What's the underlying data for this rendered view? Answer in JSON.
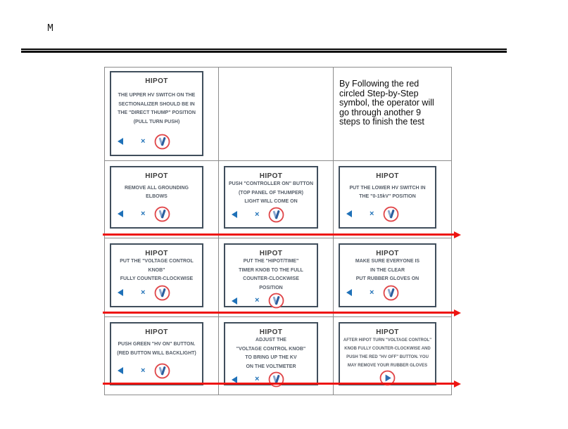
{
  "page": {
    "corner_label": "M"
  },
  "annotation": {
    "text": "By Following the red\ncircled Step-by-Step\nsymbol, the operator will\ngo through another 9\nsteps to finish the test"
  },
  "icons": {
    "close_glyph": "×",
    "back_icon": "left-triangle",
    "step_icon": "red-circled step-by-step symbol",
    "play_icon": "red-circled play triangle"
  },
  "colors": {
    "arrow_red": "#ee1411",
    "circle_red": "#e0474a",
    "icon_blue": "#2273b8",
    "glyph_blue_light": "#8aa8cf",
    "glyph_blue_dark": "#2d5f9e",
    "card_border": "#404e5c",
    "grid_line": "#8c8c8c"
  },
  "cards": [
    {
      "title": "HIPOT",
      "lines": [
        "THE UPPER HV SWITCH ON THE",
        "SECTIONALIZER SHOULD BE IN",
        "THE \"DIRECT THUMP\" POSITION",
        "(PULL TURN PUSH)"
      ]
    },
    {
      "title": "HIPOT",
      "lines": [
        "REMOVE ALL GROUNDING ELBOWS"
      ]
    },
    {
      "title": "HIPOT",
      "lines": [
        "PUSH \"CONTROLLER ON\" BUTTON",
        "(TOP PANEL OF THUMPER)",
        "LIGHT WILL COME ON"
      ]
    },
    {
      "title": "HIPOT",
      "lines": [
        "PUT THE LOWER HV SWITCH IN",
        "THE \"0-15kV\" POSITION"
      ]
    },
    {
      "title": "HIPOT",
      "lines": [
        "PUT THE \"VOLTAGE CONTROL KNOB\"",
        "FULLY COUNTER-CLOCKWISE"
      ]
    },
    {
      "title": "HIPOT",
      "lines": [
        "PUT THE \"HIPOT/TIME\"",
        "TIMER KNOB TO THE FULL",
        "COUNTER-CLOCKWISE",
        "POSITION"
      ]
    },
    {
      "title": "HIPOT",
      "lines": [
        "MAKE SURE EVERYONE IS",
        "IN THE CLEAR",
        "PUT RUBBER GLOVES ON"
      ]
    },
    {
      "title": "HIPOT",
      "lines": [
        "PUSH GREEN \"HV ON\" BUTTON.",
        "(RED BUTTON WILL BACKLIGHT)"
      ]
    },
    {
      "title": "HIPOT",
      "lines": [
        "ADJUST THE",
        "\"VOLTAGE CONTROL KNOB\"",
        "TO BRING UP THE KV",
        "ON THE VOLTMETER"
      ]
    },
    {
      "title": "HIPOT",
      "lines": [
        "AFTER HIPOT TURN \"VOLTAGE CONTROL\"",
        "KNOB FULLY COUNTER-CLOCKWISE AND",
        "PUSH THE RED \"HV OFF\" BUTTON. YOU",
        "MAY REMOVE YOUR RUBBER GLOVES"
      ]
    }
  ]
}
